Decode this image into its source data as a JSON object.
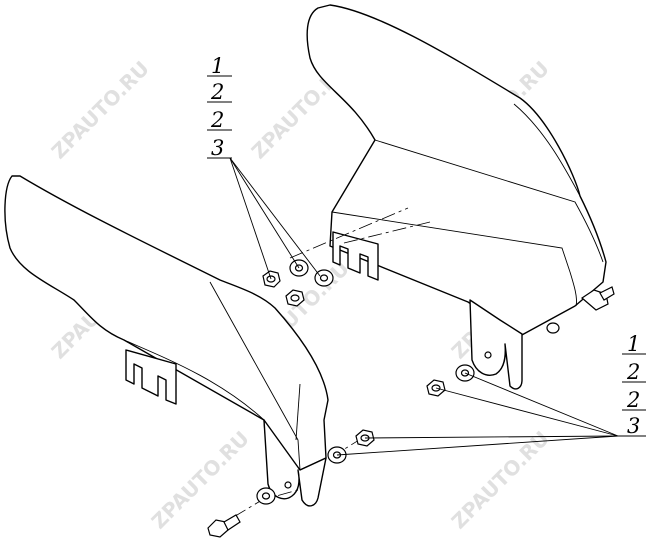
{
  "callout_left": [
    "1",
    "2",
    "2",
    "3"
  ],
  "callout_right": [
    "1",
    "2",
    "2",
    "3"
  ],
  "watermark": "ZPAUTO.RU"
}
